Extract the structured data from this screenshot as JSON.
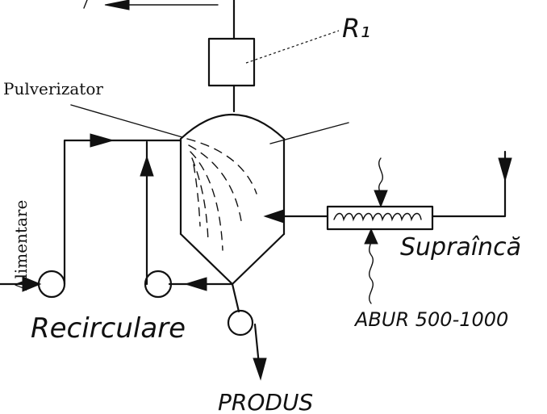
{
  "labels": {
    "r1": "R₁",
    "pulverizator": "Pulverizator",
    "alimentare": "Alimentare",
    "recirculare": "Recirculare",
    "supraincalzitor": "Supraîncă",
    "abur": "ABUR 500-1000",
    "produs": "PRODUS"
  },
  "colors": {
    "ink": "#111111",
    "paper": "#ffffff"
  }
}
